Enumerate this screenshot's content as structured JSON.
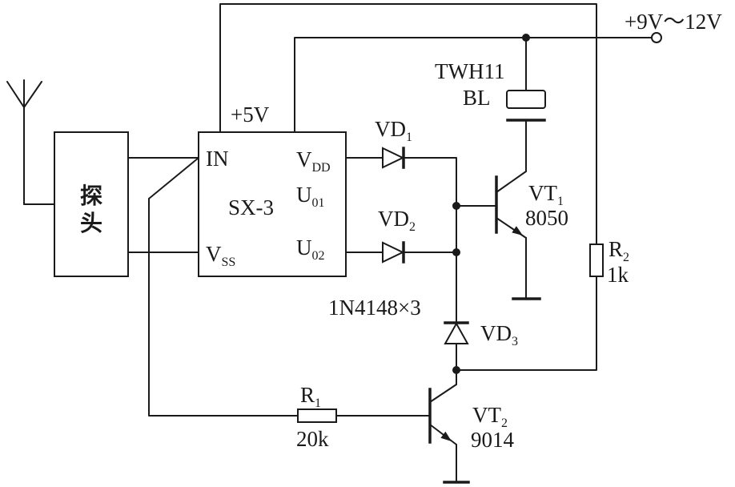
{
  "diagram": {
    "supply_label": "+9V～12V",
    "probe": {
      "char_top": "探",
      "char_bottom": "头"
    },
    "ic": {
      "name": "SX-3",
      "supply": "+5V",
      "pin_in": "IN",
      "pin_vdd": {
        "main": "V",
        "sub": "DD"
      },
      "pin_vss": {
        "main": "V",
        "sub": "SS"
      },
      "pin_u01": {
        "main": "U",
        "sub": "01"
      },
      "pin_u02": {
        "main": "U",
        "sub": "02"
      }
    },
    "buzzer": {
      "model": "TWH11",
      "ref": "BL"
    },
    "vd1": {
      "main": "VD",
      "sub": "1"
    },
    "vd2": {
      "main": "VD",
      "sub": "2"
    },
    "vd3": {
      "main": "VD",
      "sub": "3"
    },
    "diode_note": "1N4148×3",
    "vt1": {
      "main": "VT",
      "sub": "1",
      "model": "8050"
    },
    "vt2": {
      "main": "VT",
      "sub": "2",
      "model": "9014"
    },
    "r1": {
      "main": "R",
      "sub": "1",
      "value": "20k"
    },
    "r2": {
      "main": "R",
      "sub": "2",
      "value": "1k"
    }
  }
}
